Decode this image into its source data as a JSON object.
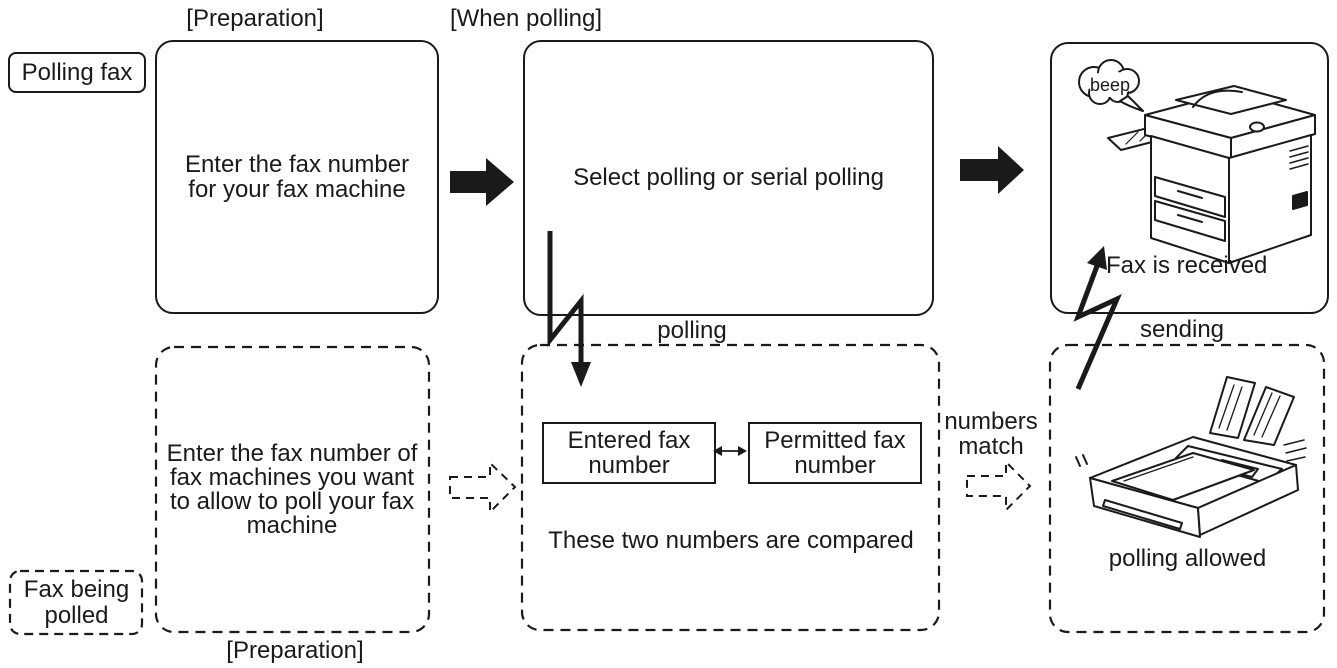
{
  "diagram": {
    "polling_fax": {
      "tag": "Polling fax",
      "preparation_caption": "[Preparation]",
      "preparation_lines": [
        "Enter the fax number",
        "for your fax machine"
      ],
      "when_polling_caption": "[When polling]",
      "when_polling_text": "Select polling or serial polling",
      "beep": "beep",
      "fax_received": "Fax is received",
      "sending_caption": "sending"
    },
    "fax_being_polled": {
      "tag_lines": [
        "Fax being",
        "polled"
      ],
      "preparation_caption": "[Preparation]",
      "preparation_lines": [
        "Enter the fax number of",
        "fax machines you want",
        "to allow to poll your fax",
        "machine"
      ],
      "polling_caption": "polling",
      "entered_box_lines": [
        "Entered fax",
        "number"
      ],
      "permitted_box_lines": [
        "Permitted fax",
        "number"
      ],
      "compared_note": "These two numbers are compared",
      "numbers_match_lines": [
        "numbers",
        "match"
      ],
      "polling_allowed": "polling allowed"
    },
    "illustrations": {
      "copier": "multifunction-fax-copier",
      "fax": "desktop-fax-machine"
    },
    "colors": {
      "ink": "#1a1a1a",
      "background": "#ffffff"
    }
  }
}
